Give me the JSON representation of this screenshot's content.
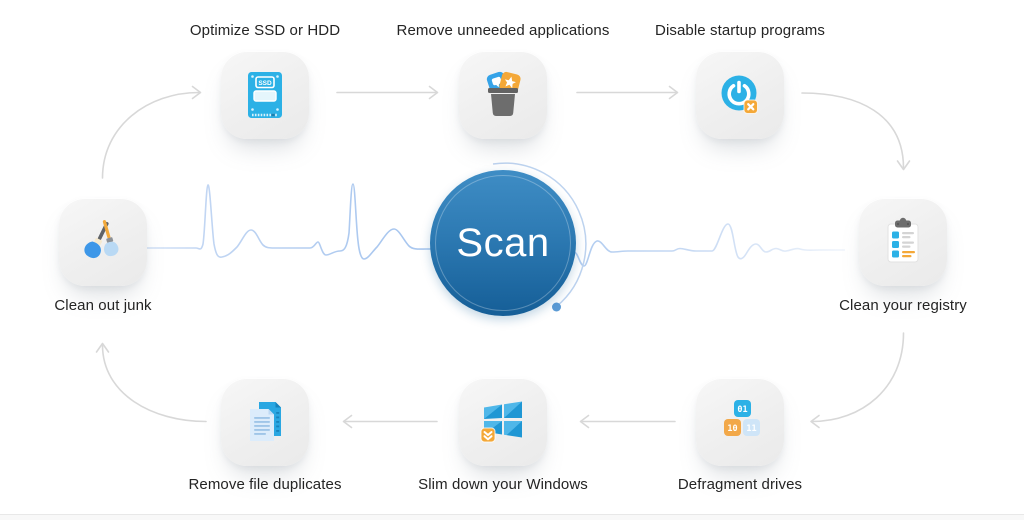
{
  "diagram": {
    "center_button": {
      "label": "Scan"
    },
    "steps": [
      {
        "id": "optimize-ssd",
        "label": "Optimize SSD or HDD",
        "icon": "ssd-drive-icon"
      },
      {
        "id": "remove-apps",
        "label": "Remove unneeded applications",
        "icon": "trash-bin-icon"
      },
      {
        "id": "disable-startup",
        "label": "Disable startup programs",
        "icon": "power-button-icon"
      },
      {
        "id": "clean-registry",
        "label": "Clean your registry",
        "icon": "clipboard-checklist-icon"
      },
      {
        "id": "defragment",
        "label": "Defragment drives",
        "icon": "binary-blocks-icon"
      },
      {
        "id": "slim-windows",
        "label": "Slim down your Windows",
        "icon": "windows-logo-icon"
      },
      {
        "id": "remove-duplicates",
        "label": "Remove file duplicates",
        "icon": "duplicate-files-icon"
      },
      {
        "id": "clean-junk",
        "label": "Clean out junk",
        "icon": "cleaning-brushes-icon"
      }
    ],
    "icon_texts": {
      "ssd_badge": "SSD",
      "defrag_top": "01",
      "defrag_left": "10",
      "defrag_right": "11"
    },
    "colors": {
      "accent_blue": "#2cb1e6",
      "accent_orange": "#f4a838",
      "scan_gradient_top": "#3f8dc5",
      "scan_gradient_bottom": "#155e97",
      "arrow_gray": "#d8d8d8",
      "ecg_line_blue": "#aac8ef",
      "progress_arc_blue": "#bdd3ef",
      "progress_dot_blue": "#5b9bd5",
      "tile_background": "#f0f0f0",
      "label_text": "#242424",
      "windows_blue": "#2196d4",
      "pale_block_blue": "#cfe5f8",
      "trash_gray": "#6d6d6d"
    }
  }
}
